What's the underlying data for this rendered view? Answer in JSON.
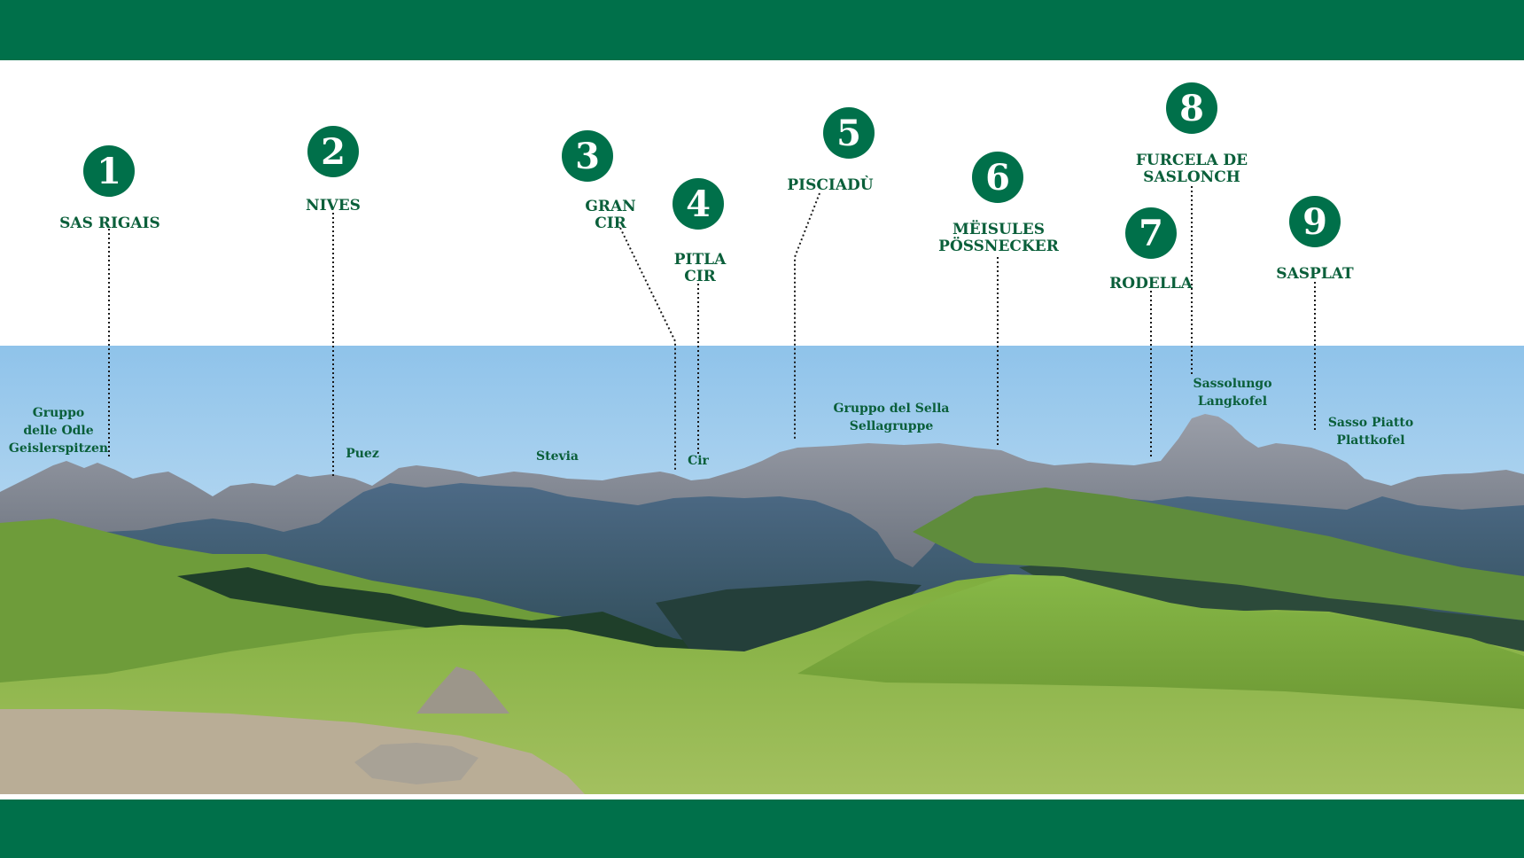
{
  "colors": {
    "brand_green": "#00704a",
    "label_green": "#0a5f3a",
    "white": "#ffffff"
  },
  "markers": [
    {
      "number": "1",
      "label": "SAS RIGAIS"
    },
    {
      "number": "2",
      "label": "NIVES"
    },
    {
      "number": "3",
      "label": "GRAN\nCIR"
    },
    {
      "number": "4",
      "label": "PITLA\nCIR"
    },
    {
      "number": "5",
      "label": "PISCIADÙ"
    },
    {
      "number": "6",
      "label": "MËISULES\nPÖSSNECKER"
    },
    {
      "number": "7",
      "label": "RODELLA"
    },
    {
      "number": "8",
      "label": "FURCELA DE\nSASLONCH"
    },
    {
      "number": "9",
      "label": "SASPLAT"
    }
  ],
  "photo_labels": [
    {
      "text": "Gruppo\ndelle Odle\nGeislerspitzen"
    },
    {
      "text": "Puez"
    },
    {
      "text": "Stevia"
    },
    {
      "text": "Cir"
    },
    {
      "text": "Gruppo del Sella\nSellagruppe"
    },
    {
      "text": "Sassolungo\nLangkofel"
    },
    {
      "text": "Sasso Piatto\nPlattkofel"
    }
  ]
}
